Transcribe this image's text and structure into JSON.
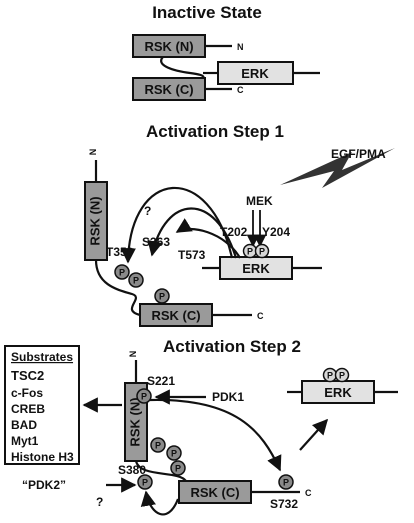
{
  "sections": {
    "inactive": {
      "title": "Inactive State",
      "rsk_n": "RSK (N)",
      "rsk_c": "RSK (C)",
      "erk": "ERK",
      "n_term": "N",
      "c_term": "C"
    },
    "step1": {
      "title": "Activation Step 1",
      "stimulus": "EGF/PMA",
      "kinase": "MEK",
      "rsk_n": "RSK (N)",
      "rsk_c": "RSK (C)",
      "erk": "ERK",
      "n_term": "N",
      "c_term": "C",
      "sites": [
        "T359",
        "S363",
        "T573",
        "T202",
        "Y204"
      ],
      "question": "?",
      "phospho": "P"
    },
    "step2": {
      "title": "Activation Step 2",
      "rsk_n": "RSK (N)",
      "rsk_c": "RSK (C)",
      "erk": "ERK",
      "n_term": "N",
      "c_term": "C",
      "sites": [
        "S221",
        "S380",
        "S732"
      ],
      "pdk1": "PDK1",
      "pdk2": "“PDK2”",
      "question": "?",
      "phospho": "P"
    }
  },
  "substrates": {
    "header": "Substrates",
    "items": [
      "TSC2",
      "c-Fos",
      "CREB",
      "BAD",
      "Myt1",
      "Histone H3"
    ],
    "highlight_color": "#888888"
  },
  "colors": {
    "rsk_box": "#9a9a9a",
    "erk_box": "#e2e2e2",
    "phospho_dark": "#8a8a8a",
    "phospho_light": "#d8d8d8",
    "bolt": "#333333"
  }
}
